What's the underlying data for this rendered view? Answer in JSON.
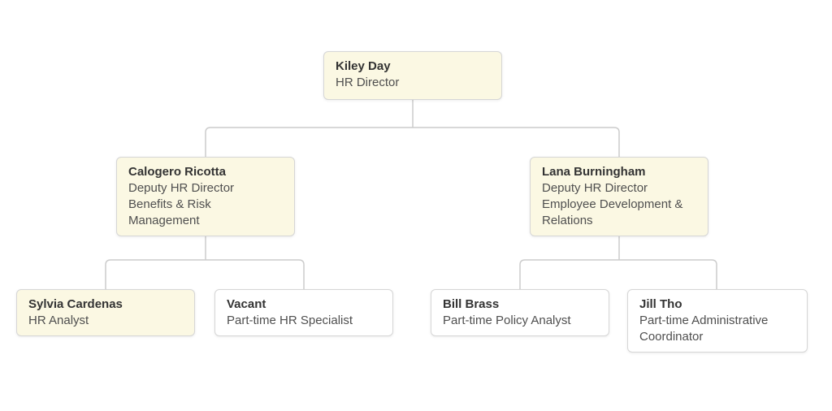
{
  "diagram": {
    "type": "org-chart",
    "colors": {
      "node_fill_highlight": "#fbf8e3",
      "node_fill_default": "#ffffff",
      "node_border": "#d6d6d6",
      "connector_line": "#cccccc",
      "name_text": "#333333",
      "title_text": "#4f4f4f",
      "page_background": "#ffffff"
    },
    "nodes": [
      {
        "name": "Kiley Day",
        "title": "HR Director",
        "highlighted": true,
        "reports_to": null
      },
      {
        "name": "Calogero Ricotta",
        "title": "Deputy HR Director\nBenefits & Risk\nManagement",
        "highlighted": true,
        "reports_to": "Kiley Day"
      },
      {
        "name": "Lana Burningham",
        "title": "Deputy HR Director\nEmployee Development &\nRelations",
        "highlighted": true,
        "reports_to": "Kiley Day"
      },
      {
        "name": "Sylvia Cardenas",
        "title": "HR Analyst",
        "highlighted": true,
        "reports_to": "Calogero Ricotta"
      },
      {
        "name": "Vacant",
        "title": "Part-time HR Specialist",
        "highlighted": false,
        "reports_to": "Calogero Ricotta"
      },
      {
        "name": "Bill Brass",
        "title": "Part-time Policy Analyst",
        "highlighted": false,
        "reports_to": "Lana Burningham"
      },
      {
        "name": "Jill Tho",
        "title": "Part-time Administrative\nCoordinator",
        "highlighted": false,
        "reports_to": "Lana Burningham"
      }
    ]
  }
}
